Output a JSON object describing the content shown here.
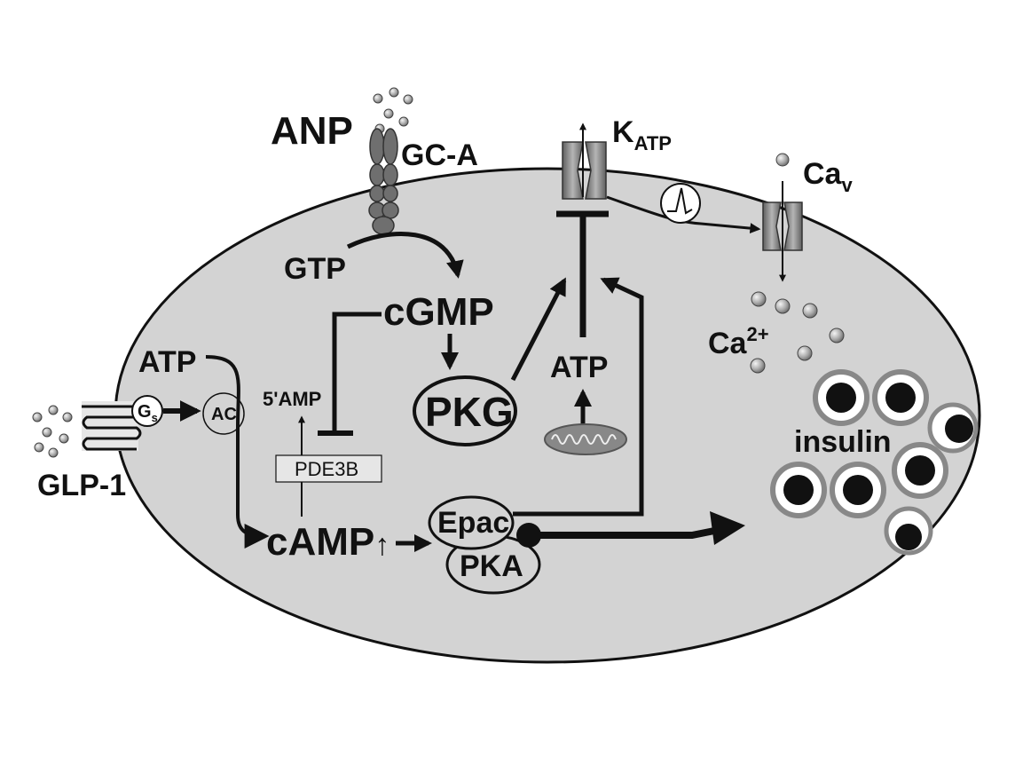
{
  "labels": {
    "anp": "ANP",
    "gca": "GC-A",
    "katp_main": "K",
    "katp_sub": "ATP",
    "cav_main": "Ca",
    "cav_sub": "v",
    "gtp": "GTP",
    "cgmp": "cGMP",
    "pkg": "PKG",
    "atp_left": "ATP",
    "atp_mito": "ATP",
    "amp5": "5'AMP",
    "pde3b": "PDE3B",
    "gs_main": "G",
    "gs_sub": "s",
    "ac": "AC",
    "glp1": "GLP-1",
    "camp": "cAMP",
    "camp_up": "↑",
    "epac": "Epac",
    "pka": "PKA",
    "ca2_main": "Ca",
    "ca2_sup": "2+",
    "insulin": "insulin"
  },
  "colors": {
    "cell_fill": "#d3d3d3",
    "cell_stroke": "#111111",
    "channel_fill": "#8c8c8c",
    "receptor_fill": "#6f6f6f",
    "granule_ring": "#8a8a8a",
    "granule_core": "#111111"
  }
}
